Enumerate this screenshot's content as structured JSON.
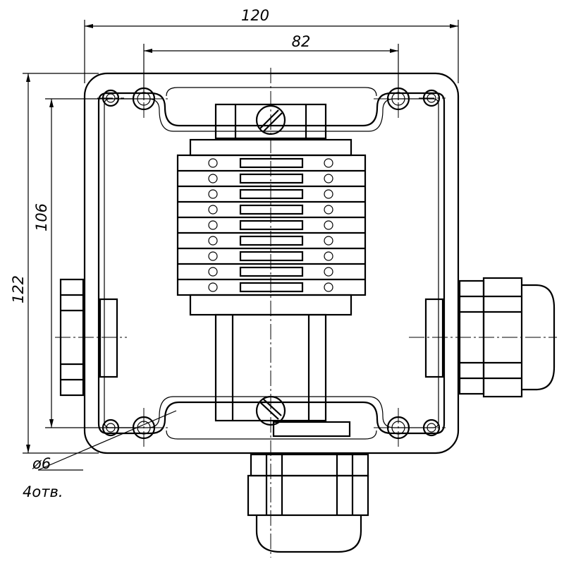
{
  "dimensions": {
    "overall_width": "120",
    "mounting_hole_spacing_horizontal": "82",
    "mounting_hole_spacing_vertical": "106",
    "overall_height": "122"
  },
  "hole_callout": {
    "diameter": "ø6",
    "count": "4отв."
  },
  "terminal_block": {
    "terminal_count": 9
  }
}
